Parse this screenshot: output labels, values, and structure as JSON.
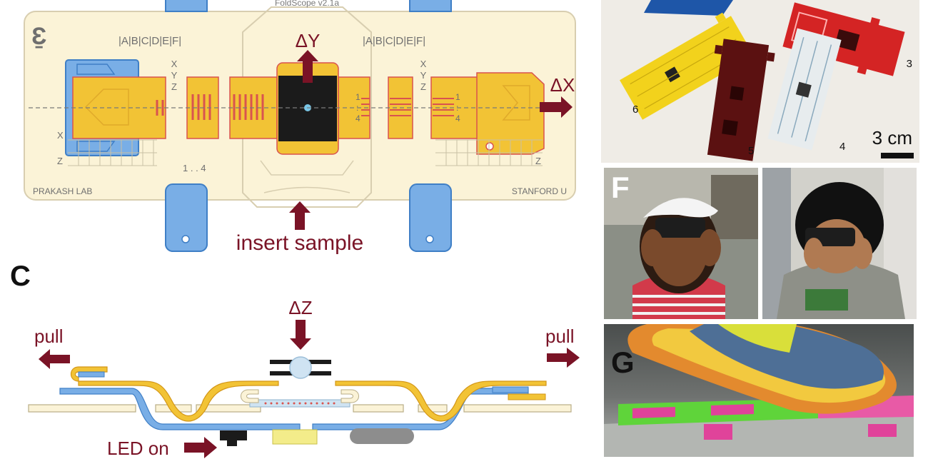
{
  "colors": {
    "maroon": "#7a1326",
    "yellow": "#f2c335",
    "yellow_dark": "#e0a92a",
    "red_line": "#d9534f",
    "blue": "#79aee6",
    "blue_dark": "#3f7fc6",
    "cream": "#fbf3d7",
    "cream_line": "#d8ceb0",
    "black": "#1b1b1b",
    "gray": "#8d8d8d",
    "led_yellow": "#f3ec8a",
    "glass": "#cfe3f2"
  },
  "panel_b": {
    "version_text": "FoldScope v2.1a",
    "logo_glyph": "Ɛ̱",
    "letters_left": "|A|B|C|D|E|F|",
    "letters_right": "|A|B|C|D|E|F|",
    "xyz_left": [
      "X",
      "Y",
      "Z"
    ],
    "xyz_right": [
      "X",
      "Y",
      "Z"
    ],
    "axis_x_label": "X",
    "axis_z_label": "Z",
    "axis_z_right": "Z",
    "scale_range": "1 . . 4",
    "fraction_left": [
      "1",
      ":",
      "4"
    ],
    "fraction_right": [
      "1",
      ":",
      "4"
    ],
    "lab_left": "PRAKASH LAB",
    "lab_right": "STANFORD U",
    "delta_y": "ΔY",
    "delta_x": "ΔX",
    "insert_sample": "insert sample"
  },
  "panel_c": {
    "label": "C",
    "delta_z": "ΔZ",
    "pull_left": "pull",
    "pull_right": "pull",
    "led_on": "LED on"
  },
  "panel_e": {
    "numbers": [
      "3",
      "6",
      "5",
      "4"
    ],
    "scale_text": "3 cm"
  },
  "panel_f": {
    "label": "F"
  },
  "panel_g": {
    "label": "G"
  }
}
